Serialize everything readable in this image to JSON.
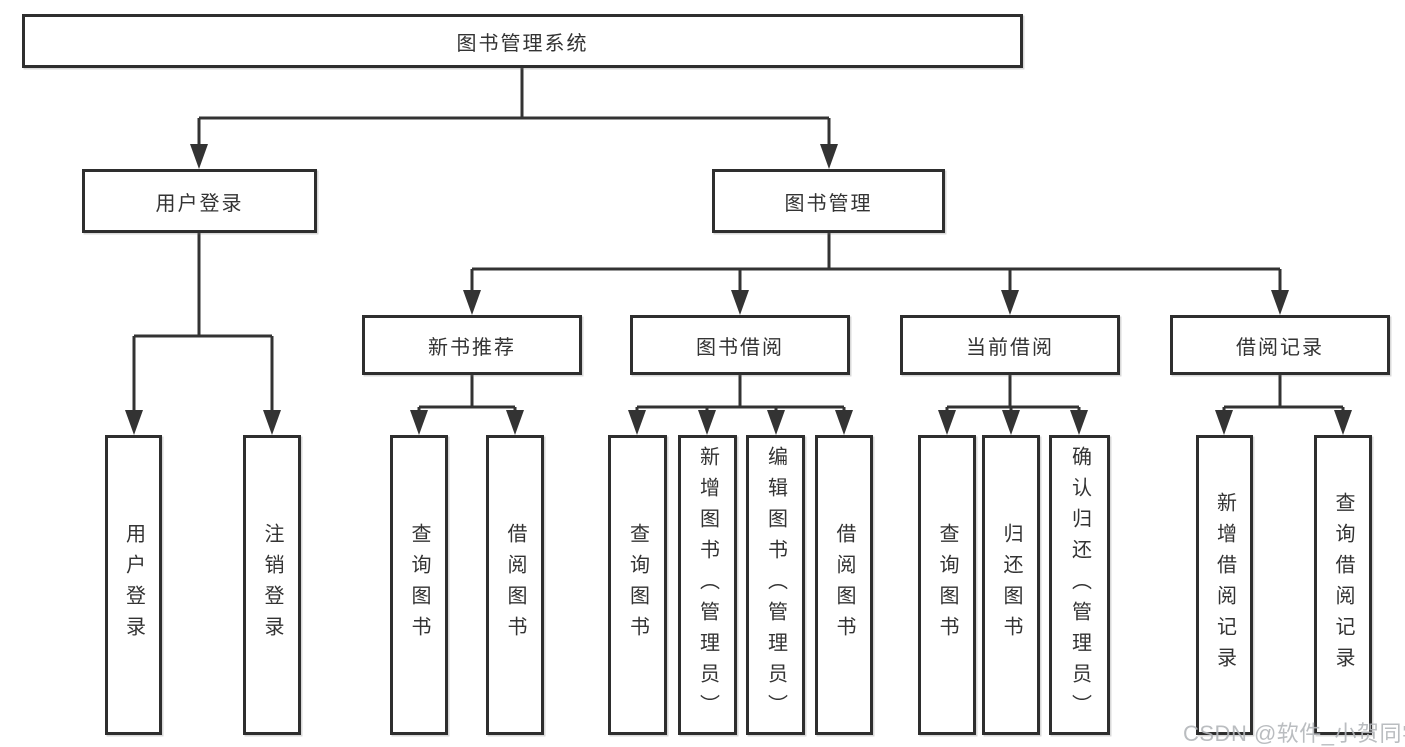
{
  "tree": {
    "label": "图书管理系统",
    "children": [
      {
        "label": "用户登录",
        "children": [
          {
            "label": "用户登录"
          },
          {
            "label": "注销登录"
          }
        ]
      },
      {
        "label": "图书管理",
        "children": [
          {
            "label": "新书推荐",
            "children": [
              {
                "label": "查询图书"
              },
              {
                "label": "借阅图书"
              }
            ]
          },
          {
            "label": "图书借阅",
            "children": [
              {
                "label": "查询图书"
              },
              {
                "label": "新增图书（管理员）"
              },
              {
                "label": "编辑图书（管理员）"
              },
              {
                "label": "借阅图书"
              }
            ]
          },
          {
            "label": "当前借阅",
            "children": [
              {
                "label": "查询图书"
              },
              {
                "label": "归还图书"
              },
              {
                "label": "确认归还（管理员）"
              }
            ]
          },
          {
            "label": "借阅记录",
            "children": [
              {
                "label": "新增借阅记录"
              },
              {
                "label": "查询借阅记录"
              }
            ]
          }
        ]
      }
    ]
  },
  "watermark": {
    "text": "CSDN @软件_小贺同学"
  },
  "colors": {
    "line": "#333333",
    "box_border": "#2e2e2e",
    "text": "#333333",
    "watermark": "#b3b6ba"
  }
}
